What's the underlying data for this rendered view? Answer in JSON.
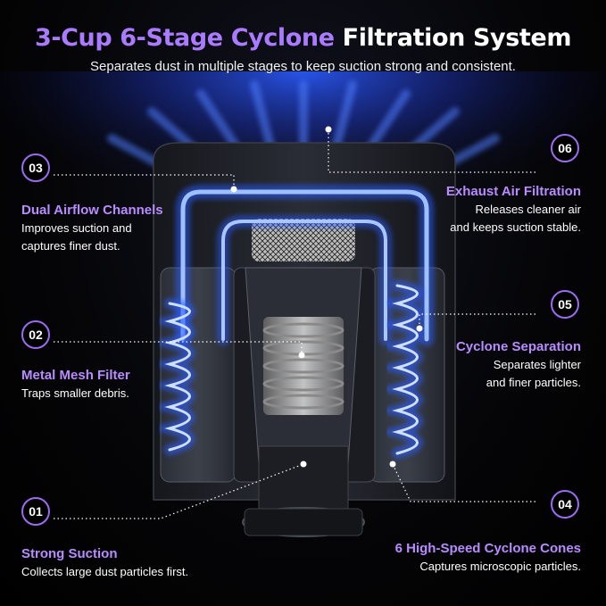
{
  "header": {
    "title_accent": "3-Cup 6-Stage Cyclone",
    "title_plain": "Filtration System",
    "subtitle": "Separates dust in multiple stages to keep suction strong and consistent."
  },
  "callouts": {
    "c01": {
      "number": "01",
      "title": "Strong Suction",
      "line1": "Collects large dust particles first."
    },
    "c02": {
      "number": "02",
      "title": "Metal Mesh Filter",
      "line1": "Traps smaller debris."
    },
    "c03": {
      "number": "03",
      "title": "Dual Airflow Channels",
      "line1": "Improves suction and",
      "line2": "captures finer dust."
    },
    "c04": {
      "number": "04",
      "title": "6 High-Speed Cyclone Cones",
      "line1": "Captures microscopic particles."
    },
    "c05": {
      "number": "05",
      "title": "Cyclone Separation",
      "line1": "Separates lighter",
      "line2": "and finer particles."
    },
    "c06": {
      "number": "06",
      "title": "Exhaust Air Filtration",
      "line1": "Releases cleaner air",
      "line2": "and keeps suction stable."
    }
  },
  "colors": {
    "accent_purple": "#ab7bff",
    "airflow_blue": "#3b7bff",
    "background": "#000000"
  }
}
